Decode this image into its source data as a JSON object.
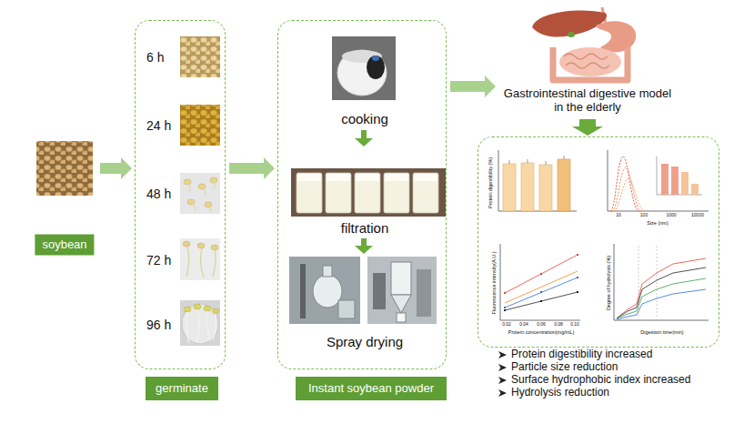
{
  "diagram": {
    "nodes": [
      {
        "text": [
          "soybean"
        ]
      },
      {
        "text": [
          "6 h",
          "24 h",
          "48 h",
          "72 h",
          "96 h"
        ]
      },
      {
        "text": [
          "germinate"
        ]
      },
      {
        "text": [
          "cooking",
          "filtration",
          "Spray drying"
        ]
      },
      {
        "text": [
          "Instant soybean powder"
        ]
      },
      {
        "text": [
          "Gastrointestinal digestive model in the elderly"
        ]
      },
      {
        "text": [
          "Protein digestibility (%)",
          "Size (nm)",
          "Fluorescence intensity(A.U.)",
          "Protein concentration(mg/mL)",
          "Degree of hydrolysis (%)",
          "Digestion time(min)"
        ]
      }
    ],
    "edges": [
      {
        "from": 0,
        "to": 1,
        "arrow": "to"
      },
      {
        "from": 1,
        "to": 3,
        "arrow": "to"
      },
      {
        "from": 3,
        "to": 5,
        "arrow": "to"
      },
      {
        "from": 5,
        "to": 6,
        "arrow": "to"
      }
    ],
    "labels": [
      "Protein digestibility increased",
      "Particle size reduction",
      "Surface hydrophobic index increased",
      "Hydrolysis reduction",
      "10",
      "100",
      "1000",
      "10000",
      "0.02",
      "0.04",
      "0.06",
      "0.08",
      "0.10"
    ]
  }
}
